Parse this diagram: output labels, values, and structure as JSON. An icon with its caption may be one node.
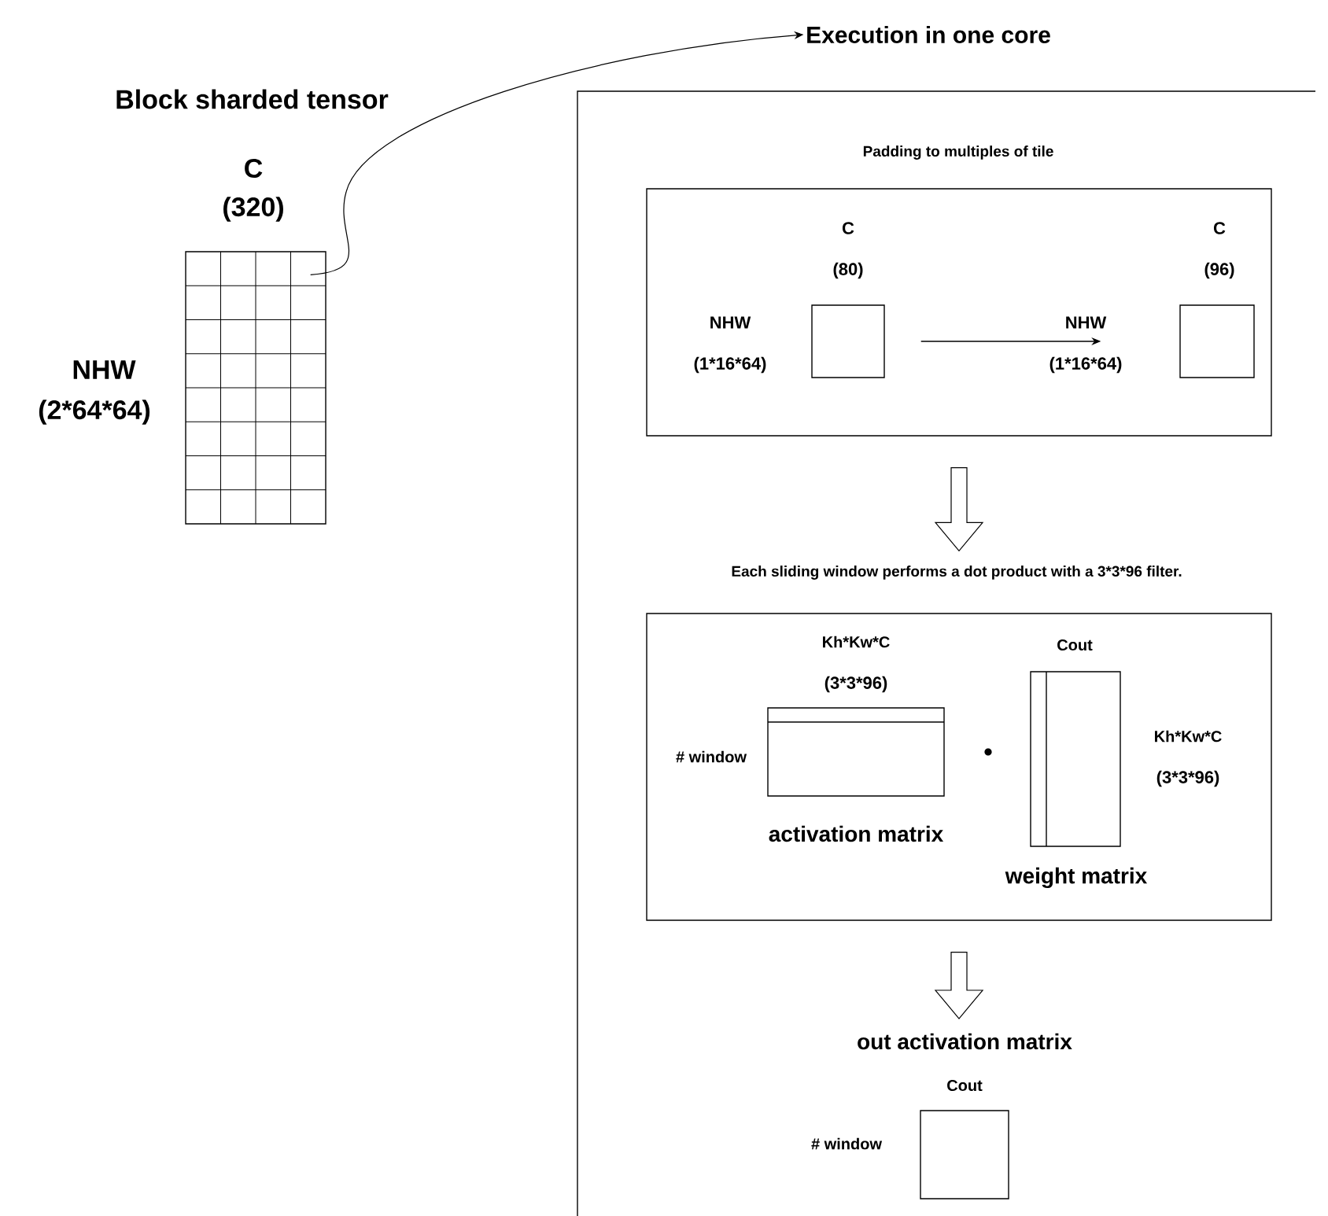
{
  "diagram": {
    "nodes": [
      {
        "text": [],
        "shape": "box",
        "beside": [
          "Block sharded tensor",
          "C",
          "(320)",
          "NHW",
          "(2*64*64)"
        ]
      },
      {
        "text": [
          "Execution in one core"
        ]
      },
      {
        "text": [
          "Padding to multiples of tile"
        ],
        "in": 1
      },
      {
        "text": [],
        "shape": "box",
        "in": 2,
        "beside": [
          "C",
          "(80)",
          "NHW",
          "(1*16*64)"
        ]
      },
      {
        "text": [],
        "shape": "box",
        "in": 2,
        "beside": [
          "C",
          "(96)",
          "NHW",
          "(1*16*64)"
        ]
      },
      {
        "text": [
          "Each sliding window performs a dot product with a 3*3*96 filter."
        ],
        "in": 1
      },
      {
        "text": [],
        "shape": "box",
        "in": 5,
        "beside": [
          "Kh*Kw*C",
          "(3*3*96)",
          "# window",
          "activation matrix"
        ]
      },
      {
        "text": [],
        "shape": "box",
        "in": 5,
        "beside": [
          "Cout",
          "Kh*Kw*C",
          "(3*3*96)",
          "weight matrix"
        ]
      },
      {
        "text": [],
        "shape": "box",
        "in": 1,
        "beside": [
          "out activation matrix",
          "Cout",
          "# window"
        ]
      }
    ],
    "edges": [
      {
        "from": 0,
        "to": 1,
        "arrow": "to"
      },
      {
        "from": 3,
        "to": 4,
        "arrow": "to"
      },
      {
        "from": 2,
        "to": 5,
        "arrow": "to"
      },
      {
        "from": 5,
        "to": 8,
        "arrow": "to"
      }
    ]
  }
}
